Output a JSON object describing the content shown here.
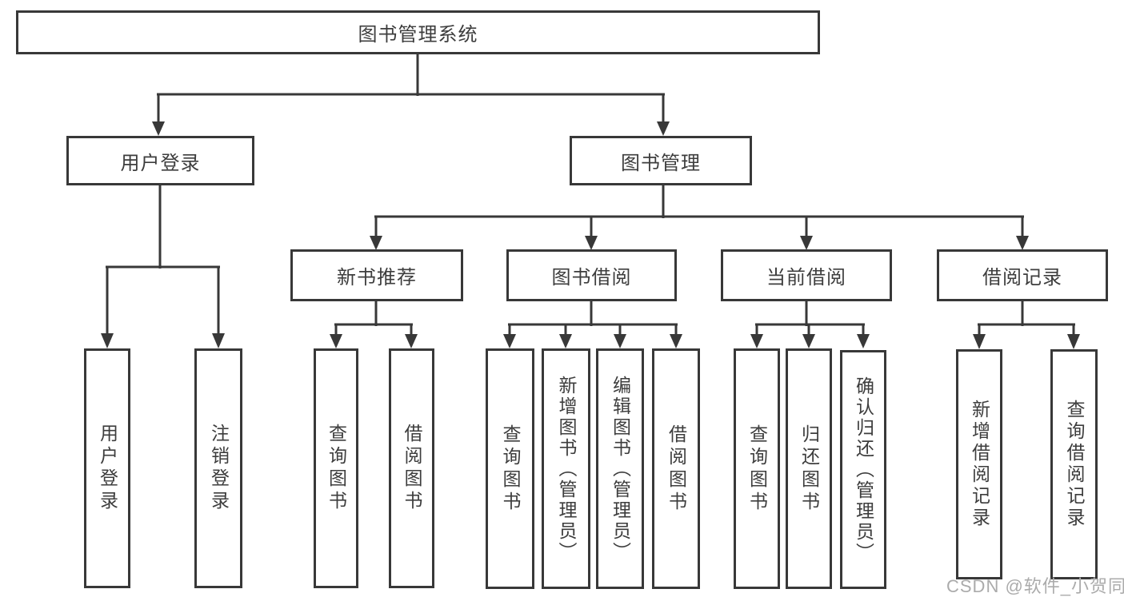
{
  "colors": {
    "line": "#383838",
    "box_border": "#383838",
    "box_background": "#ffffff",
    "text": "#3d3d3d",
    "watermark": "#ababab"
  },
  "diagram": {
    "root": {
      "label": "图书管理系统"
    },
    "branches": [
      {
        "label": "用户登录",
        "children": [
          {
            "label": "用户登录"
          },
          {
            "label": "注销登录"
          }
        ]
      },
      {
        "label": "图书管理",
        "children": [
          {
            "label": "新书推荐",
            "children": [
              {
                "label": "查询图书"
              },
              {
                "label": "借阅图书"
              }
            ]
          },
          {
            "label": "图书借阅",
            "children": [
              {
                "label": "查询图书"
              },
              {
                "label": "新增图书（管理员）"
              },
              {
                "label": "编辑图书（管理员）"
              },
              {
                "label": "借阅图书"
              }
            ]
          },
          {
            "label": "当前借阅",
            "children": [
              {
                "label": "查询图书"
              },
              {
                "label": "归还图书"
              },
              {
                "label": "确认归还（管理员）"
              }
            ]
          },
          {
            "label": "借阅记录",
            "children": [
              {
                "label": "新增借阅记录"
              },
              {
                "label": "查询借阅记录"
              }
            ]
          }
        ]
      }
    ]
  },
  "watermark": {
    "text": "CSDN @软件_小贺同学"
  }
}
